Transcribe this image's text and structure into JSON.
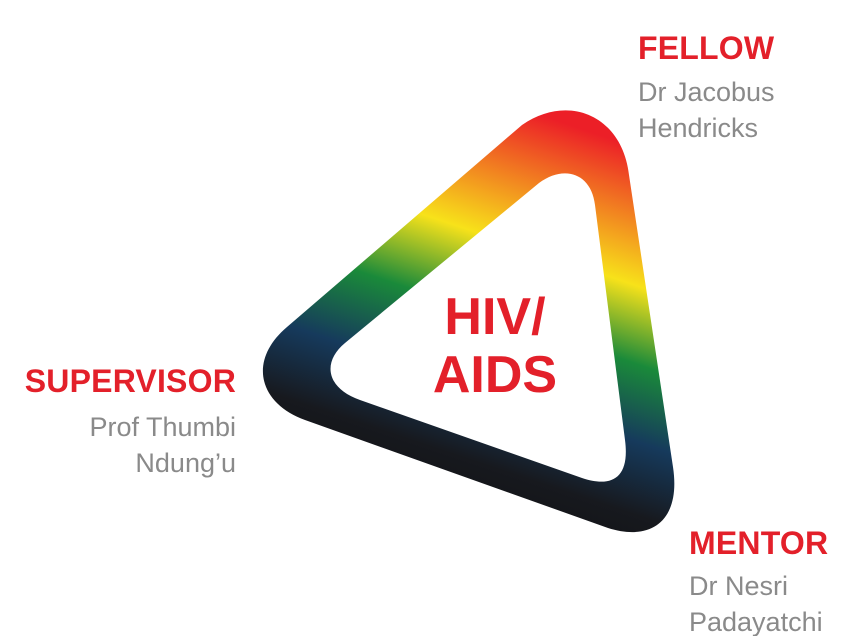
{
  "colors": {
    "role_red": "#e3202a",
    "name_grey": "#8a8a8a",
    "center_red": "#e3202a",
    "gradient": [
      "#ec1f27",
      "#f7e21a",
      "#0f7d3f",
      "#163a5c",
      "#15171c"
    ]
  },
  "center": {
    "line1": "HIV/",
    "line2": "AIDS"
  },
  "fellow": {
    "role": "FELLOW",
    "name_line1": "Dr Jacobus",
    "name_line2": "Hendricks"
  },
  "supervisor": {
    "role": "SUPERVISOR",
    "name_line1": "Prof Thumbi",
    "name_line2": "Ndung’u"
  },
  "mentor": {
    "role": "MENTOR",
    "name_line1": "Dr Nesri",
    "name_line2": "Padayatchi"
  }
}
